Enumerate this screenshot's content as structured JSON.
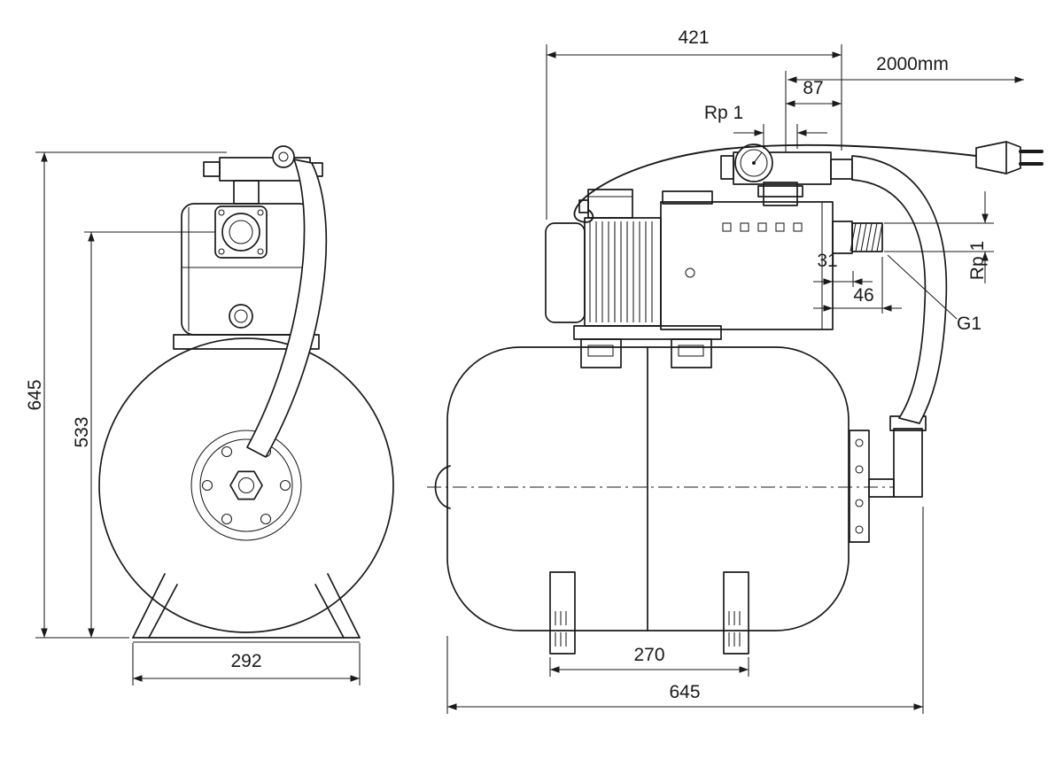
{
  "page": {
    "background": "#ffffff",
    "line_color": "#1a1a1a"
  },
  "front_view": {
    "dim_overall_height": "645",
    "dim_port_height": "533",
    "dim_stand_width": "292"
  },
  "side_view": {
    "dim_pump_length": "421",
    "dim_cable_length": "2000mm",
    "dim_port_offset": "87",
    "label_top_port": "Rp 1",
    "dim_port_inset": "31",
    "dim_port_length": "46",
    "label_side_port": "Rp 1",
    "label_tank_connection": "G1",
    "dim_foot_spacing": "270",
    "dim_overall_length": "645"
  }
}
